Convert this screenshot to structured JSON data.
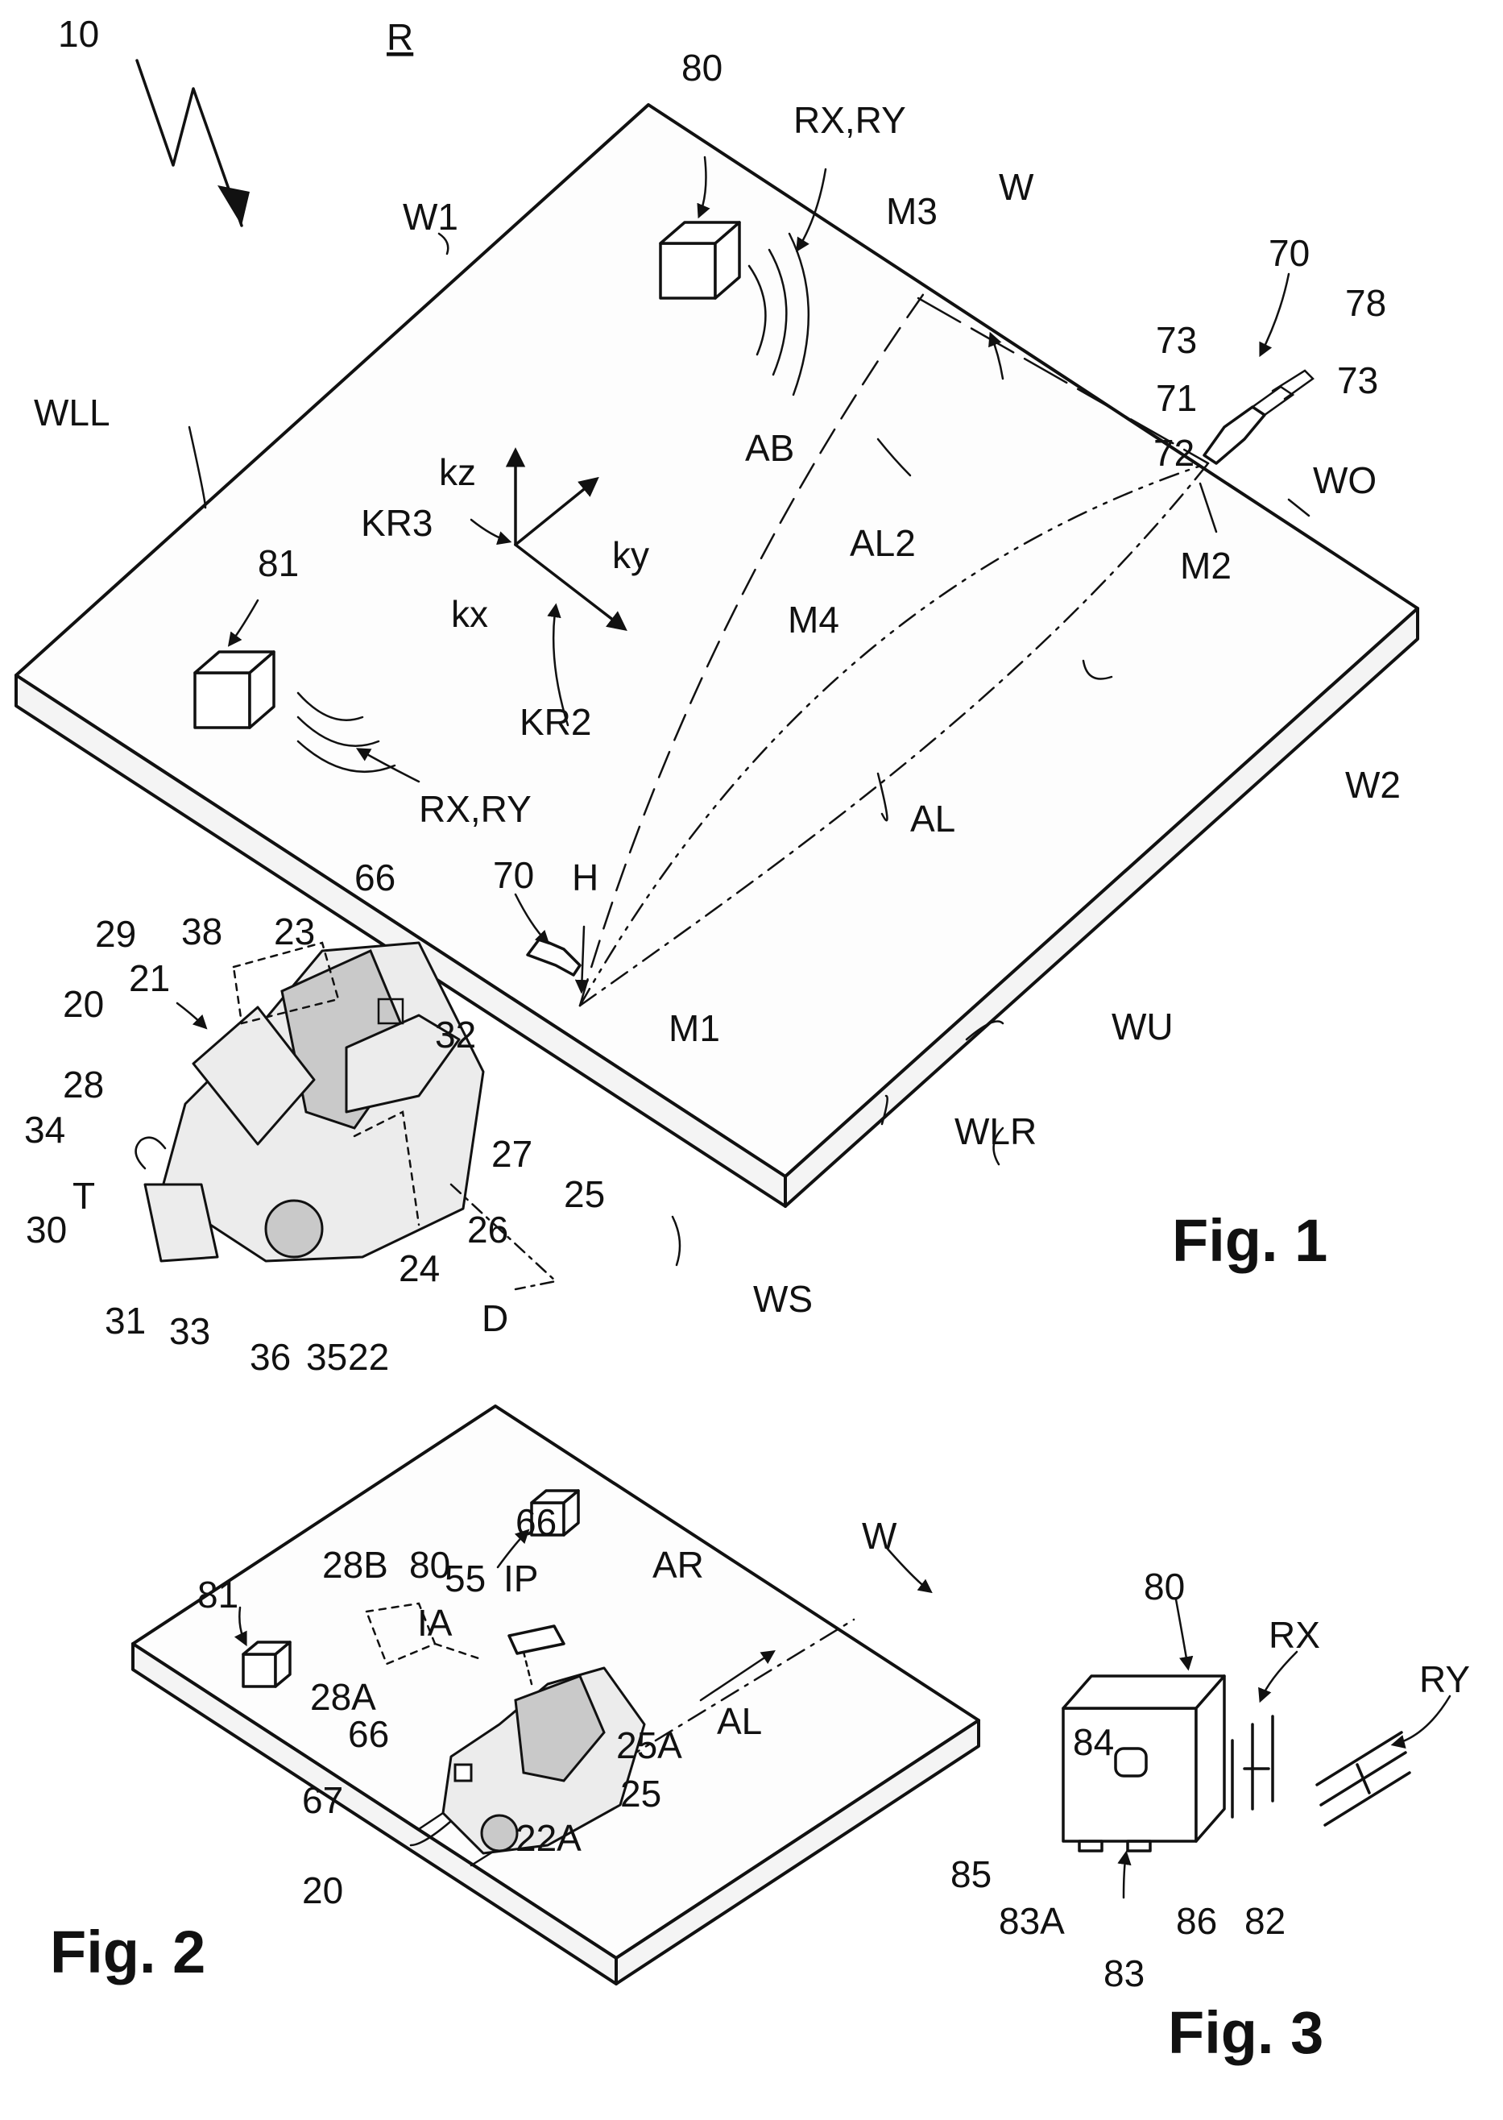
{
  "figures": {
    "fig1": "Fig. 1",
    "fig2": "Fig. 2",
    "fig3": "Fig. 3"
  },
  "fig1_labels": {
    "system": "10",
    "room": "R",
    "receiver_80": "80",
    "signal_top": "RX,RY",
    "workpiece_top": "W",
    "edge_w1": "W1",
    "mark_m3": "M3",
    "marker_70_top": "70",
    "ref_78": "78",
    "ref_73a": "73",
    "ref_73b": "73",
    "ref_71": "71",
    "ref_72": "72",
    "edge_wll": "WLL",
    "line_ab": "AB",
    "surface_wo": "WO",
    "mark_m2": "M2",
    "axis_kz": "kz",
    "frame_kr3": "KR3",
    "axis_ky": "ky",
    "receiver_81": "81",
    "line_al2": "AL2",
    "axis_kx": "kx",
    "mark_m4": "M4",
    "frame_kr2": "KR2",
    "edge_w2": "W2",
    "signal_left": "RX,RY",
    "line_al": "AL",
    "ref_66": "66",
    "marker_70_low": "70",
    "point_h": "H",
    "ref_29": "29",
    "ref_38": "38",
    "ref_23": "23",
    "ref_21": "21",
    "machine_20": "20",
    "ref_32": "32",
    "mark_m1": "M1",
    "surface_wu": "WU",
    "ref_28": "28",
    "ref_34": "34",
    "ref_27": "27",
    "edge_wlr": "WLR",
    "ref_25": "25",
    "ref_t": "T",
    "ref_26": "26",
    "ref_30": "30",
    "ref_24": "24",
    "direction_d": "D",
    "ref_31": "31",
    "ref_33": "33",
    "ref_36": "36",
    "ref_35": "35",
    "ref_22": "22",
    "edge_ws": "WS"
  },
  "fig2_labels": {
    "receiver_80": "80",
    "receiver_81": "81",
    "workpiece": "W",
    "ref_66a": "66",
    "ref_28b": "28B",
    "ref_55": "55",
    "ref_ip": "IP",
    "ref_ar": "AR",
    "ref_ia": "IA",
    "ref_28a": "28A",
    "line_al": "AL",
    "ref_66b": "66",
    "ref_25a": "25A",
    "ref_67": "67",
    "ref_25": "25",
    "ref_22a": "22A",
    "machine_20": "20"
  },
  "fig3_labels": {
    "receiver_80": "80",
    "signal_rx": "RX",
    "signal_ry": "RY",
    "ref_84": "84",
    "ref_85": "85",
    "ref_83a": "83A",
    "ref_86": "86",
    "ref_82": "82",
    "ref_83": "83"
  }
}
